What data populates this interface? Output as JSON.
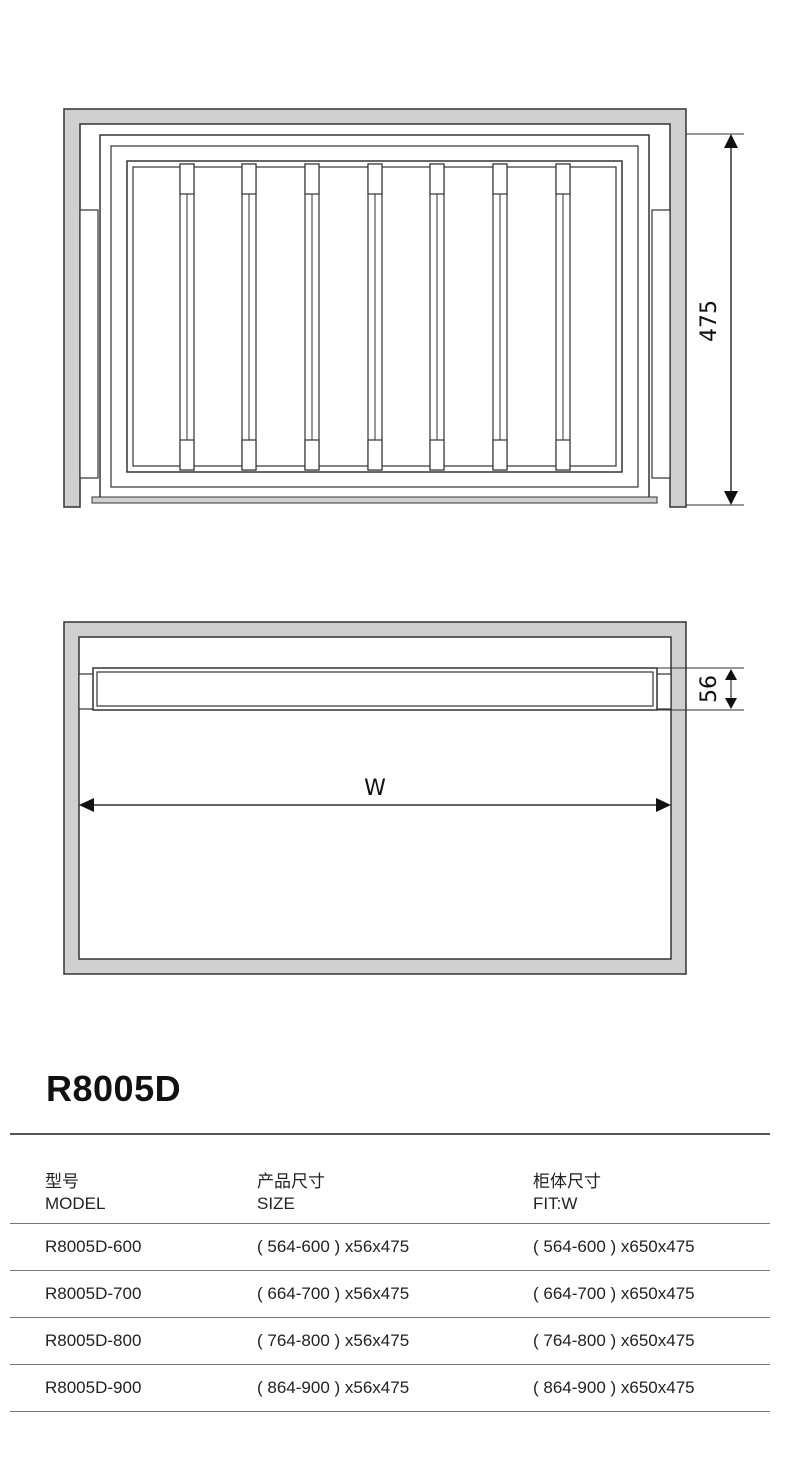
{
  "drawing": {
    "height_dim": "475",
    "depth_dim": "56",
    "width_dim": "W"
  },
  "model": "R8005D",
  "table": {
    "headers": [
      {
        "zh": "型号",
        "en": "MODEL"
      },
      {
        "zh": "产品尺寸",
        "en": "SIZE"
      },
      {
        "zh": "柜体尺寸",
        "en": "FIT:W"
      }
    ],
    "rows": [
      {
        "model": "R8005D-600",
        "size": "( 564-600 ) x56x475",
        "fit": "( 564-600 ) x650x475"
      },
      {
        "model": "R8005D-700",
        "size": "( 664-700 ) x56x475",
        "fit": "( 664-700 ) x650x475"
      },
      {
        "model": "R8005D-800",
        "size": "( 764-800 ) x56x475",
        "fit": "( 764-800 ) x650x475"
      },
      {
        "model": "R8005D-900",
        "size": "( 864-900 ) x56x475",
        "fit": "( 864-900 ) x650x475"
      }
    ]
  },
  "colors": {
    "frame_fill": "#d0d0d0",
    "line": "#333333"
  }
}
